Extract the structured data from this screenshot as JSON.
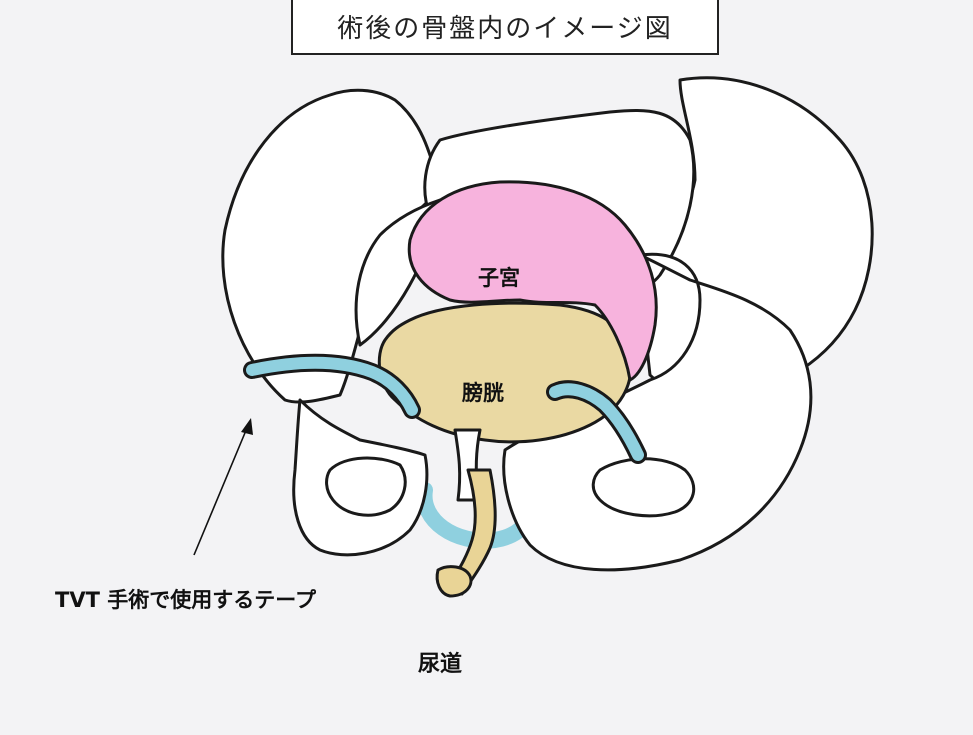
{
  "title": "術後の骨盤内のイメージ図",
  "labels": {
    "uterus": "子宮",
    "bladder": "膀胱",
    "tape": "TVT 手術で使用するテープ",
    "urethra": "尿道"
  },
  "colors": {
    "bone": "#ffffff",
    "outline": "#1a1a1a",
    "uterus": "#f7b3dd",
    "bladder": "#ead9a3",
    "tape": "#8fd0df",
    "urethra": "#e9d496",
    "background": "#f3f3f5"
  }
}
